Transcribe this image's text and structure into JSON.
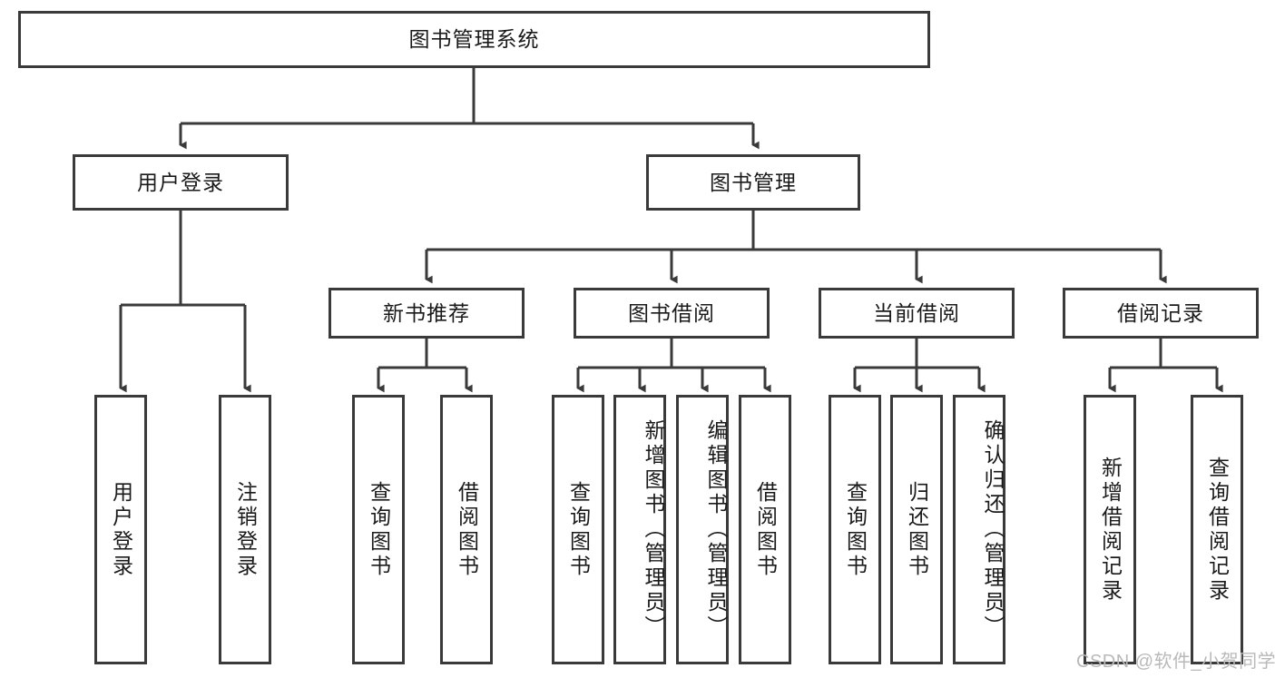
{
  "diagram": {
    "title": "图书管理系统",
    "type": "hierarchy-tree",
    "root": {
      "id": "root",
      "label": "图书管理系统",
      "orientation": "horizontal"
    },
    "level2": [
      {
        "id": "user-login",
        "label": "用户登录",
        "orientation": "horizontal"
      },
      {
        "id": "book-management",
        "label": "图书管理",
        "orientation": "horizontal"
      }
    ],
    "level3": [
      {
        "id": "new-book-recommend",
        "label": "新书推荐",
        "orientation": "horizontal",
        "parent": "book-management"
      },
      {
        "id": "book-borrow",
        "label": "图书借阅",
        "orientation": "horizontal",
        "parent": "book-management"
      },
      {
        "id": "current-borrow",
        "label": "当前借阅",
        "orientation": "horizontal",
        "parent": "book-management"
      },
      {
        "id": "borrow-record",
        "label": "借阅记录",
        "orientation": "horizontal",
        "parent": "book-management"
      }
    ],
    "leaves": [
      {
        "id": "leaf-user-login",
        "label": "用户登录",
        "parent": "user-login",
        "align": "center"
      },
      {
        "id": "leaf-logout-login",
        "label": "注销登录",
        "parent": "user-login",
        "align": "center"
      },
      {
        "id": "leaf-query-book-1",
        "label": "查询图书",
        "parent": "new-book-recommend",
        "align": "center"
      },
      {
        "id": "leaf-borrow-book-1",
        "label": "借阅图书",
        "parent": "new-book-recommend",
        "align": "center"
      },
      {
        "id": "leaf-query-book-2",
        "label": "查询图书",
        "parent": "book-borrow",
        "align": "center"
      },
      {
        "id": "leaf-add-book-admin",
        "label": "新增图书（管理员）",
        "parent": "book-borrow",
        "align": "top"
      },
      {
        "id": "leaf-edit-book-admin",
        "label": "编辑图书（管理员）",
        "parent": "book-borrow",
        "align": "top"
      },
      {
        "id": "leaf-borrow-book-2",
        "label": "借阅图书",
        "parent": "book-borrow",
        "align": "center"
      },
      {
        "id": "leaf-query-book-3",
        "label": "查询图书",
        "parent": "current-borrow",
        "align": "center"
      },
      {
        "id": "leaf-return-book",
        "label": "归还图书",
        "parent": "current-borrow",
        "align": "center"
      },
      {
        "id": "leaf-confirm-return-admin",
        "label": "确认归还（管理员）",
        "parent": "current-borrow",
        "align": "top"
      },
      {
        "id": "leaf-add-borrow-record",
        "label": "新增借阅记录",
        "parent": "borrow-record",
        "align": "center"
      },
      {
        "id": "leaf-query-borrow-record",
        "label": "查询借阅记录",
        "parent": "borrow-record",
        "align": "center"
      }
    ],
    "colors": {
      "stroke": "#3a3a3a",
      "fill": "#ffffff",
      "text": "#1a1a1a",
      "watermark": "#b9b9b9"
    }
  },
  "watermark": {
    "text": "CSDN @软件_小贺同学"
  }
}
